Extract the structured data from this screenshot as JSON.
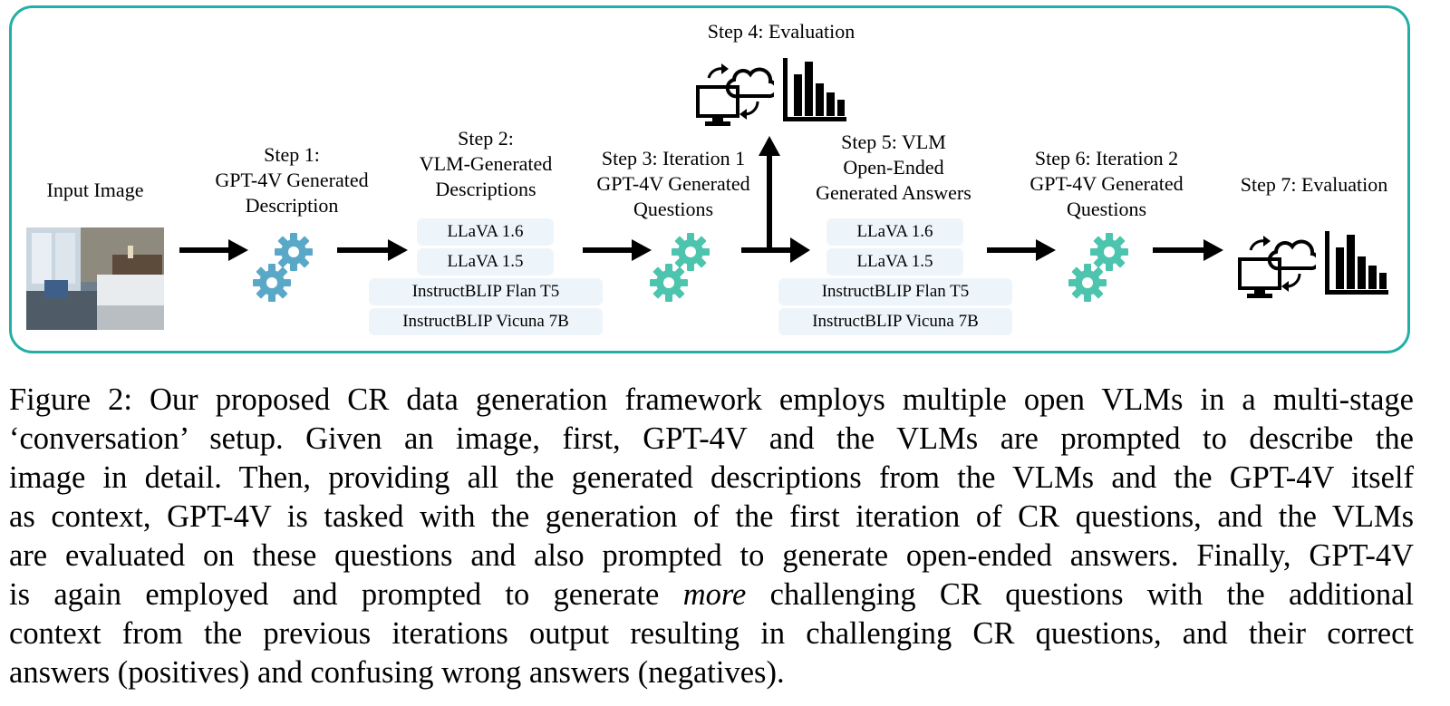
{
  "diagram": {
    "input_label": "Input Image",
    "step1_label": "Step 1:\nGPT-4V Generated\nDescription",
    "step2_label": "Step 2:\nVLM-Generated\nDescriptions",
    "step3_label": "Step 3: Iteration 1\nGPT-4V Generated\nQuestions",
    "step4_label": "Step 4: Evaluation",
    "step5_label": "Step 5: VLM\nOpen-Ended\nGenerated Answers",
    "step6_label": "Step 6: Iteration 2\nGPT-4V Generated\nQuestions",
    "step7_label": "Step 7: Evaluation",
    "models_step2": [
      "LLaVA 1.6",
      "LLaVA 1.5",
      "InstructBLIP Flan T5",
      "InstructBLIP Vicuna 7B"
    ],
    "models_step5": [
      "LLaVA 1.6",
      "LLaVA 1.5",
      "InstructBLIP Flan T5",
      "InstructBLIP Vicuna 7B"
    ],
    "colors": {
      "frame": "#23aea7",
      "gear_blue": "#5aa8c8",
      "gear_teal": "#4cc4ae",
      "model_bg": "#eef5fa"
    },
    "icons": [
      "gear-icon",
      "computer-cloud-sync-icon",
      "bar-chart-icon",
      "arrow-right-icon",
      "arrow-up-icon"
    ]
  },
  "caption": {
    "line1": "Figure 2: Our proposed CR data generation framework employs multiple open VLMs in a multi-stage",
    "line2": "‘conversation’ setup. Given an image, first, GPT-4V and the VLMs are prompted to describe the",
    "line3": "image in detail. Then, providing all the generated descriptions from the VLMs and the GPT-4V itself",
    "line4": "as context, GPT-4V is tasked with the generation of the first iteration of CR questions, and the VLMs",
    "line5": "are evaluated on these questions and also prompted to generate open-ended answers. Finally, GPT-4V",
    "line6_a": "is again employed and prompted to generate",
    "line6_em": "more",
    "line6_b": "challenging CR questions with the additional",
    "line7": "context from the previous iterations output resulting in challenging CR questions, and their correct",
    "line8": "answers (positives) and confusing wrong answers (negatives)."
  }
}
